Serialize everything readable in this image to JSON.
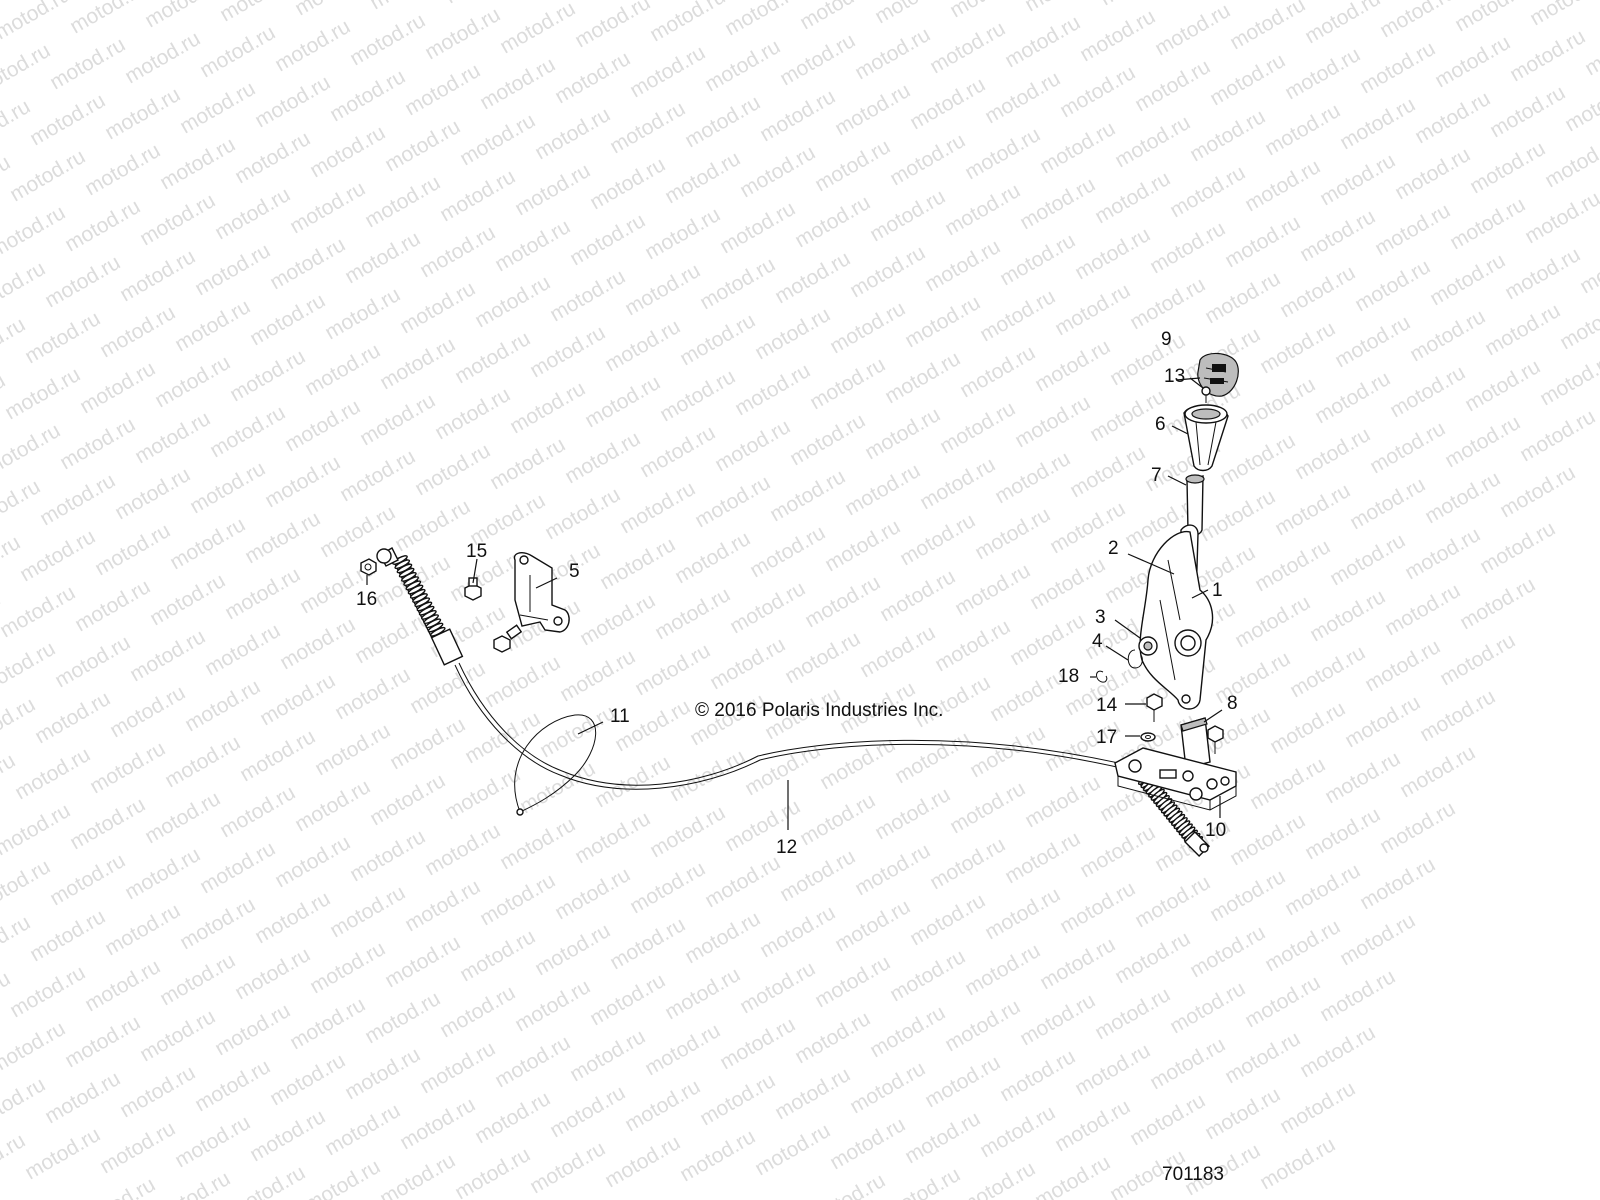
{
  "watermark": "motod.ru",
  "copyright": "© 2016 Polaris Industries Inc.",
  "figure_number": "701183",
  "callouts": {
    "c1": "1",
    "c2": "2",
    "c3": "3",
    "c4": "4",
    "c5": "5",
    "c6": "6",
    "c7": "7",
    "c8": "8",
    "c9": "9",
    "c10": "10",
    "c11": "11",
    "c12": "12",
    "c13": "13",
    "c14": "14",
    "c15": "15",
    "c16": "16",
    "c17": "17",
    "c18": "18"
  }
}
